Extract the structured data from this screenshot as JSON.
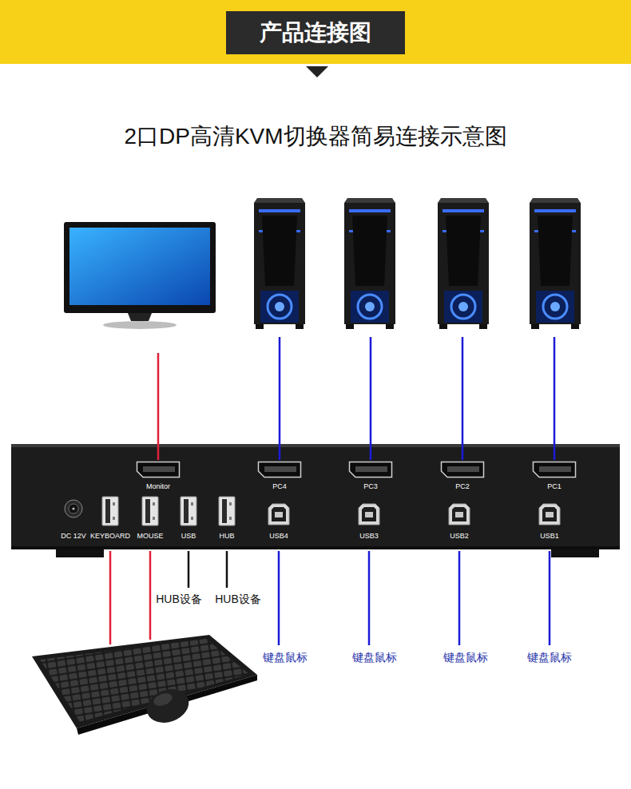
{
  "diagram": {
    "title": "2口DP高清KVM切换器简易连接示意图",
    "nodes": [
      {
        "text": [
          "产品连接图"
        ]
      },
      {
        "text": [
          "Monitor"
        ]
      },
      {
        "text": [
          "PC4"
        ]
      },
      {
        "text": [
          "PC3"
        ]
      },
      {
        "text": [
          "PC2"
        ]
      },
      {
        "text": [
          "PC1"
        ]
      },
      {
        "text": [
          "DC 12V"
        ]
      },
      {
        "text": [
          "KEYBOARD"
        ]
      },
      {
        "text": [
          "MOUSE"
        ]
      },
      {
        "text": [
          "USB"
        ]
      },
      {
        "text": [
          "HUB"
        ]
      },
      {
        "text": [
          "USB4"
        ]
      },
      {
        "text": [
          "USB3"
        ]
      },
      {
        "text": [
          "USB2"
        ]
      },
      {
        "text": [
          "USB1"
        ]
      }
    ],
    "labels": [
      "HUB设备",
      "HUB设备",
      "键盘鼠标",
      "键盘鼠标",
      "键盘鼠标",
      "键盘鼠标"
    ]
  }
}
